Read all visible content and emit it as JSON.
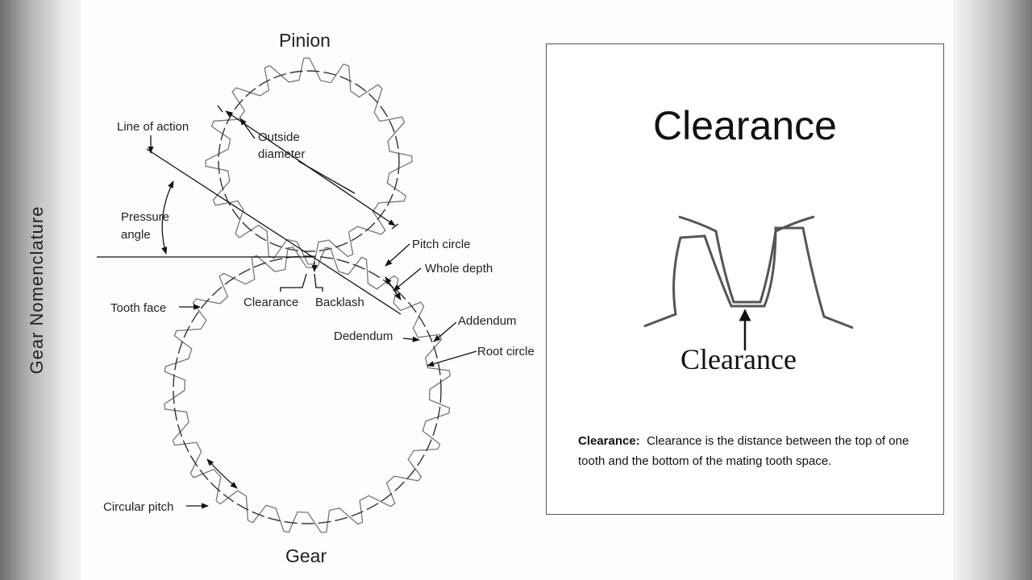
{
  "side_title": "Gear Nomenclature",
  "diagram": {
    "pinion_label": "Pinion",
    "gear_label": "Gear",
    "labels": {
      "line_of_action": "Line of action",
      "outside_diameter_1": "Outside",
      "outside_diameter_2": "diameter",
      "pressure_angle_1": "Pressure",
      "pressure_angle_2": "angle",
      "pitch_circle": "Pitch circle",
      "whole_depth": "Whole depth",
      "tooth_face": "Tooth face",
      "clearance": "Clearance",
      "backlash": "Backlash",
      "addendum": "Addendum",
      "dedendum": "Dedendum",
      "root_circle": "Root circle",
      "circular_pitch": "Circular pitch"
    }
  },
  "panel": {
    "title": "Clearance",
    "figure_label": "Clearance",
    "definition_term": "Clearance:",
    "definition_text": "Clearance is the distance between the top of one tooth and the bottom of the mating tooth space."
  }
}
